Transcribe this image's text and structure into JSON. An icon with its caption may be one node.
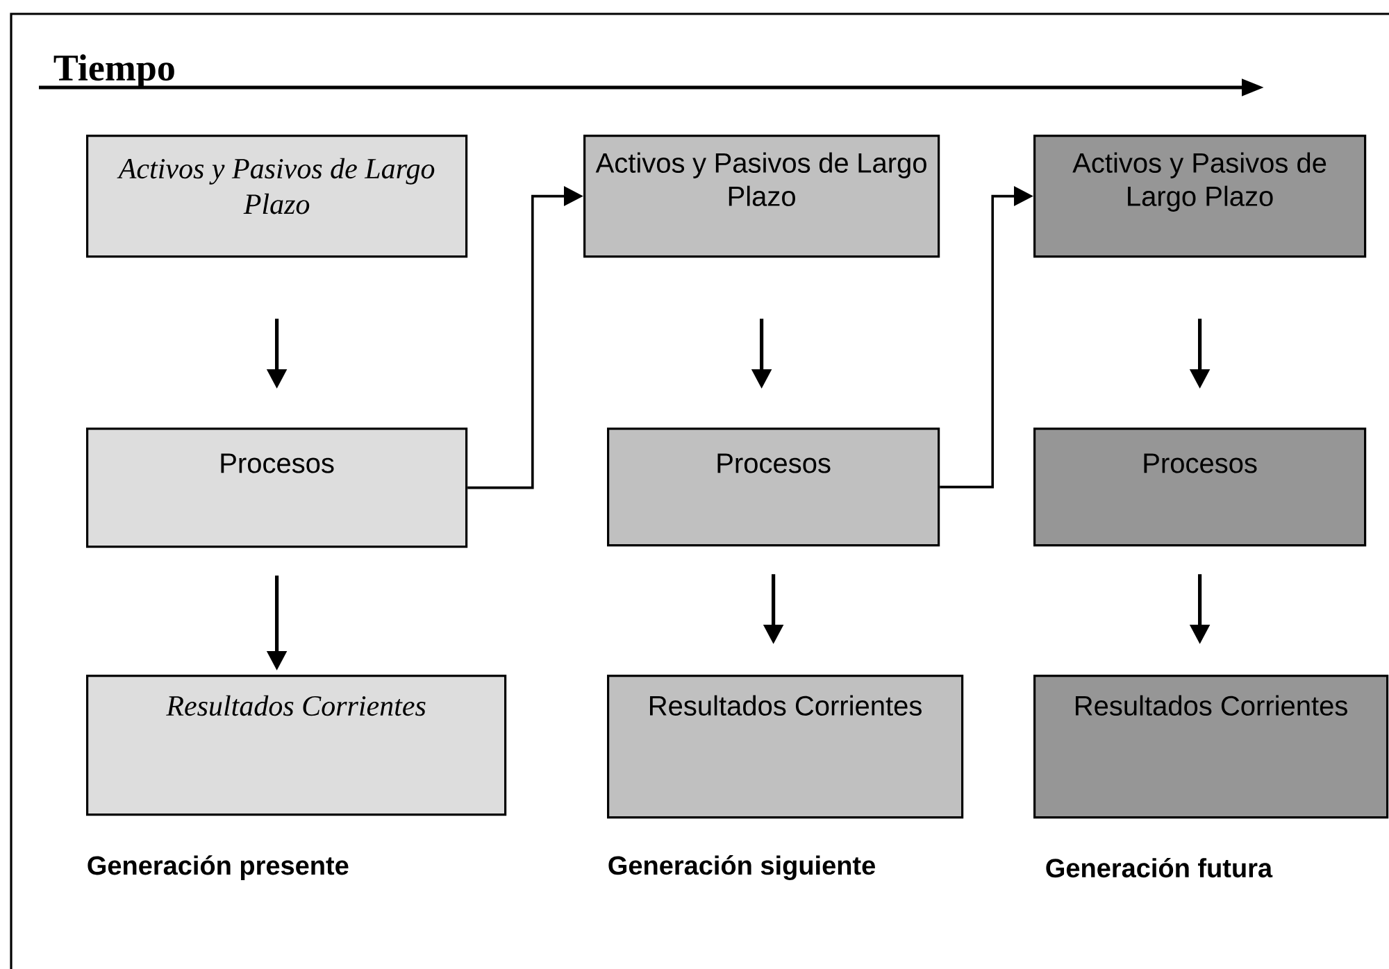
{
  "diagram": {
    "title": "Tiempo",
    "nodes": [
      {
        "text": [
          "Activos y Pasivos de Largo Plazo"
        ]
      },
      {
        "text": [
          "Activos y Pasivos de Largo Plazo"
        ]
      },
      {
        "text": [
          "Activos y Pasivos de Largo Plazo"
        ]
      },
      {
        "text": [
          "Procesos"
        ]
      },
      {
        "text": [
          "Procesos"
        ]
      },
      {
        "text": [
          "Procesos"
        ]
      },
      {
        "text": [
          "Resultados Corrientes"
        ]
      },
      {
        "text": [
          "Resultados Corrientes"
        ]
      },
      {
        "text": [
          "Resultados Corrientes"
        ]
      }
    ],
    "edges": [
      {
        "from": 0,
        "to": 3,
        "arrow": "to"
      },
      {
        "from": 3,
        "to": 6,
        "arrow": "to"
      },
      {
        "from": 3,
        "to": 1,
        "arrow": "to"
      },
      {
        "from": 1,
        "to": 4,
        "arrow": "to"
      },
      {
        "from": 4,
        "to": 7,
        "arrow": "to"
      },
      {
        "from": 4,
        "to": 2,
        "arrow": "to"
      },
      {
        "from": 2,
        "to": 5,
        "arrow": "to"
      },
      {
        "from": 5,
        "to": 8,
        "arrow": "to"
      }
    ],
    "labels": [
      "Generación presente",
      "Generación siguiente",
      "Generación futura"
    ]
  }
}
